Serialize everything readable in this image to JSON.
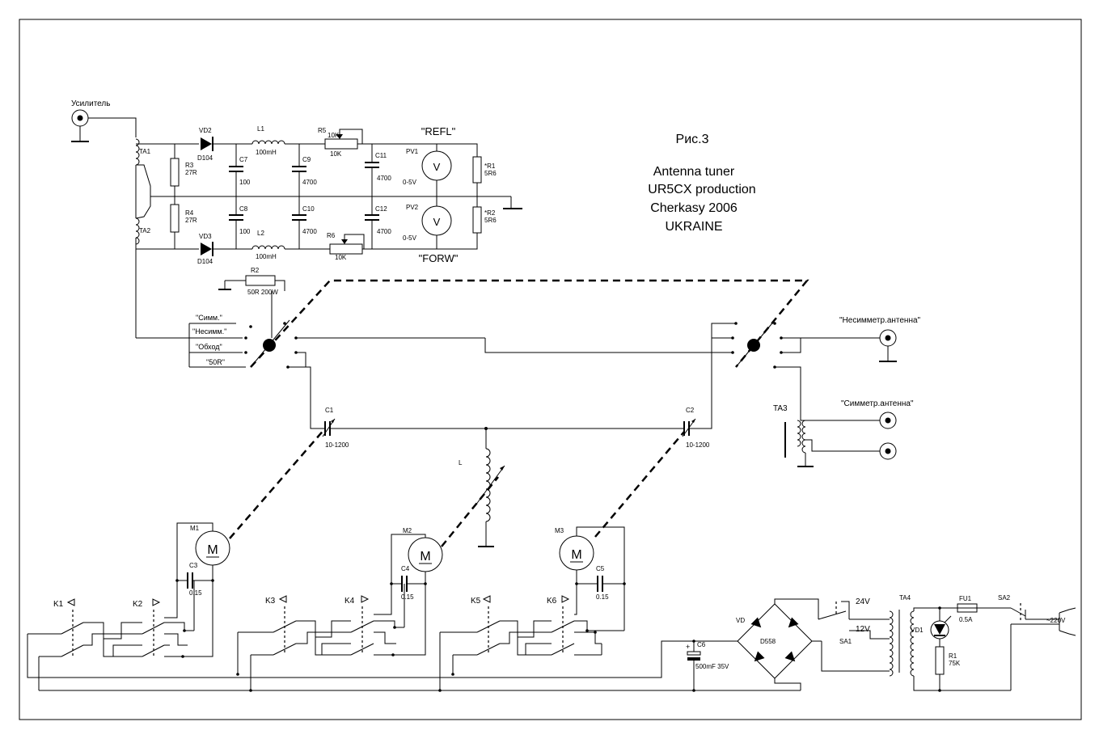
{
  "title_block": {
    "figure": "Рис.3",
    "line1": "Antenna tuner",
    "line2": "UR5CX production",
    "line3": "Cherkasy 2006",
    "line4": "UKRAINE"
  },
  "connectors": {
    "amplifier": "Усилитель",
    "unbalanced": "\"Несимметр.антенна\"",
    "balanced": "\"Симметр.антенна\"",
    "mains": "~220V"
  },
  "meter": {
    "refl": "\"REFL\"",
    "forw": "\"FORW\"",
    "ta1": "TA1",
    "ta2": "TA2",
    "r3": "R3",
    "r3v": "27R",
    "r4": "R4",
    "r4v": "27R",
    "vd2": "VD2",
    "vd2t": "D104",
    "vd3": "VD3",
    "vd3t": "D104",
    "c7": "C7",
    "c7v": "100",
    "c8": "C8",
    "c8v": "100",
    "l1": "L1",
    "l1v": "100mH",
    "l2": "L2",
    "l2v": "100mH",
    "c9": "C9",
    "c9v": "4700",
    "c10": "C10",
    "c10v": "4700",
    "r5": "R5",
    "r5v": "10K",
    "r5v2": "10K",
    "r6": "R6",
    "r6v": "10K",
    "c11": "C11",
    "c11v": "4700",
    "c12": "C12",
    "c12v": "4700",
    "pv1": "PV1",
    "pv1r": "0-5V",
    "pv2": "PV2",
    "pv2r": "0-5V",
    "vsym": "V",
    "r1": "*R1",
    "r1v": "5R6",
    "r2": "*R2",
    "r2v": "5R6"
  },
  "switch": {
    "r2": "R2",
    "r2v": "50R 200W",
    "symm": "\"Симм.\"",
    "nesymm": "\"Несимм.\"",
    "obhod": "\"Обход\"",
    "r50": "\"50R\""
  },
  "tuner": {
    "c1": "C1",
    "c1v": "10-1200",
    "c2": "C2",
    "c2v": "10-1200",
    "l": "L",
    "ta3": "TA3"
  },
  "motors": {
    "m_symbol": "M",
    "m1": "M1",
    "m2": "M2",
    "m3": "M3",
    "c3": "C3",
    "c3v": "0.15",
    "c4": "C4",
    "c4v": "0.15",
    "c5": "C5",
    "c5v": "0.15",
    "k1": "K1",
    "k2": "K2",
    "k3": "K3",
    "k4": "K4",
    "k5": "K5",
    "k6": "K6"
  },
  "power": {
    "vd": "VD",
    "bridge": "D558",
    "c6": "C6",
    "c6v": "500mF 35V",
    "sa1": "SA1",
    "v24": "24V",
    "v12": "12V",
    "ta4": "TA4",
    "vd1": "VD1",
    "r1": "R1",
    "r1v": "75K",
    "fu1": "FU1",
    "fu1v": "0.5A",
    "sa2": "SA2"
  }
}
